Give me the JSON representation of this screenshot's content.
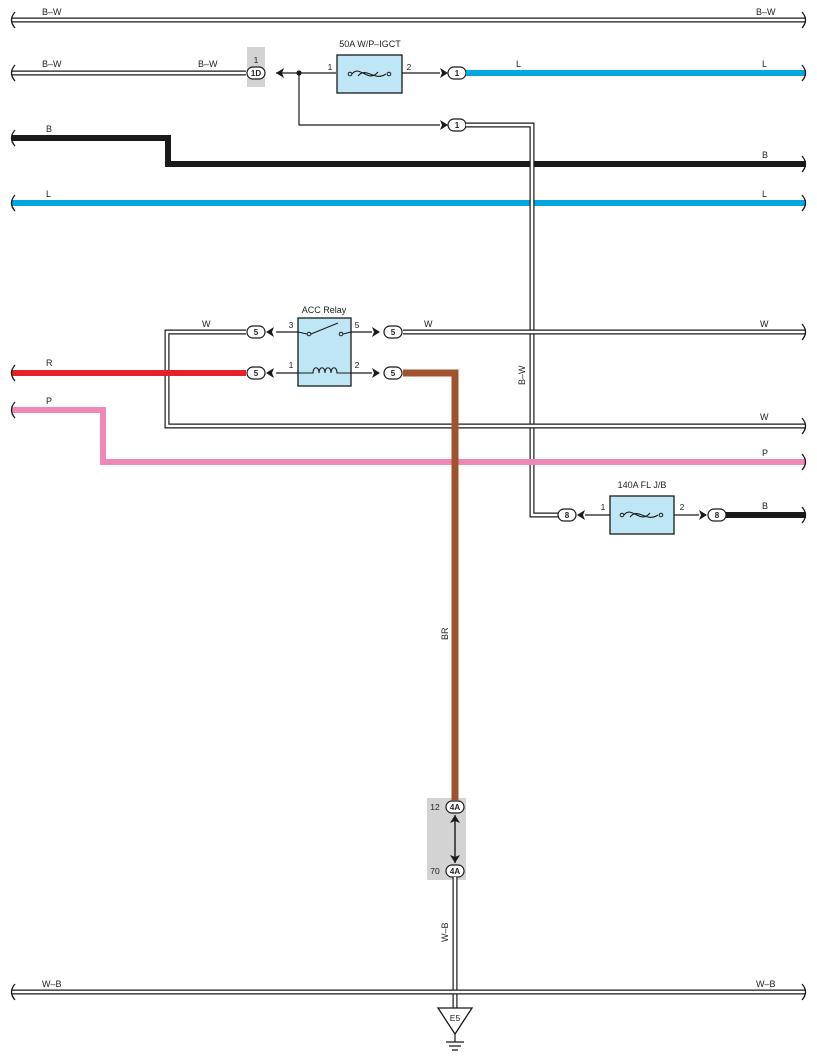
{
  "wires": {
    "bw_top_left": "B–W",
    "bw_top_right": "B–W",
    "bw2_left": "B–W",
    "bw2_mid": "B–W",
    "l_top_mid": "L",
    "l_top_right": "L",
    "b_left": "B",
    "b_right": "B",
    "l_left": "L",
    "l_right": "L",
    "w_loop": "W",
    "w_out_mid": "W",
    "w_out_right": "W",
    "w_low_right": "W",
    "r_left": "R",
    "p_left": "P",
    "p_right": "P",
    "bw_vertical": "B–W",
    "b_jb_right": "B",
    "br_vertical": "BR",
    "wb_vertical": "W–B",
    "wb_left": "W–B",
    "wb_right": "W–B"
  },
  "components": {
    "fuse_50a": {
      "name": "50A W/P–IGCT",
      "pin_in": "1",
      "pin_out": "2"
    },
    "acc_relay": {
      "name": "ACC Relay",
      "pin3": "3",
      "pin5": "5",
      "pin1": "1",
      "pin2": "2"
    },
    "fuse_140a": {
      "name": "140A FL J/B",
      "pin_in": "1",
      "pin_out": "2"
    },
    "ground": {
      "name": "E5"
    }
  },
  "connectors": {
    "c_1d": {
      "code": "1D",
      "pin": "1"
    },
    "c_fuse_out": "1",
    "c_branch": "1",
    "c_relay_3": "5",
    "c_relay_5": "5",
    "c_relay_1": "5",
    "c_relay_2": "5",
    "c_jb_in": "8",
    "c_jb_out": "8",
    "c_4a_top": {
      "code": "4A",
      "pin": "12"
    },
    "c_4a_bot": {
      "code": "4A",
      "pin": "70"
    }
  },
  "colors": {
    "black": "#1a1a1a",
    "blue": "#00a6e2",
    "red": "#e3222a",
    "pink": "#ef87b7",
    "brown": "#a0522d",
    "white_wire": "#ffffff",
    "component_fill": "#bfe6f5",
    "connector_shade": "#d3d3d3"
  }
}
